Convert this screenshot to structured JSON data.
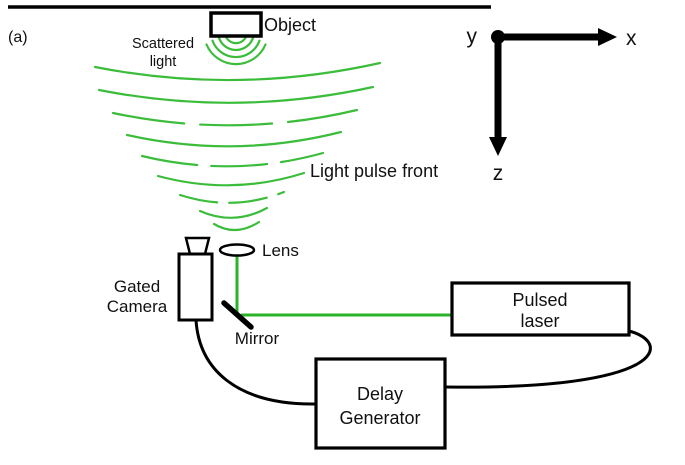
{
  "figure": {
    "panel_label": "(a)",
    "object": {
      "label": "Object"
    },
    "scattered_light": {
      "line1": "Scattered",
      "line2": "light"
    },
    "light_pulse_front": "Light pulse front",
    "lens": {
      "label": "Lens"
    },
    "gated_camera": {
      "line1": "Gated",
      "line2": "Camera"
    },
    "mirror": {
      "label": "Mirror"
    },
    "pulsed_laser": {
      "line1": "Pulsed",
      "line2": "laser"
    },
    "delay_generator": {
      "line1": "Delay",
      "line2": "Generator"
    },
    "axes": {
      "x_label": "x",
      "y_label": "y",
      "z_label": "z"
    },
    "colors": {
      "wavefront_green": "#3bbd3b",
      "beam_green": "#28b428",
      "diagram_black": "#000000",
      "background": "#ffffff"
    }
  }
}
